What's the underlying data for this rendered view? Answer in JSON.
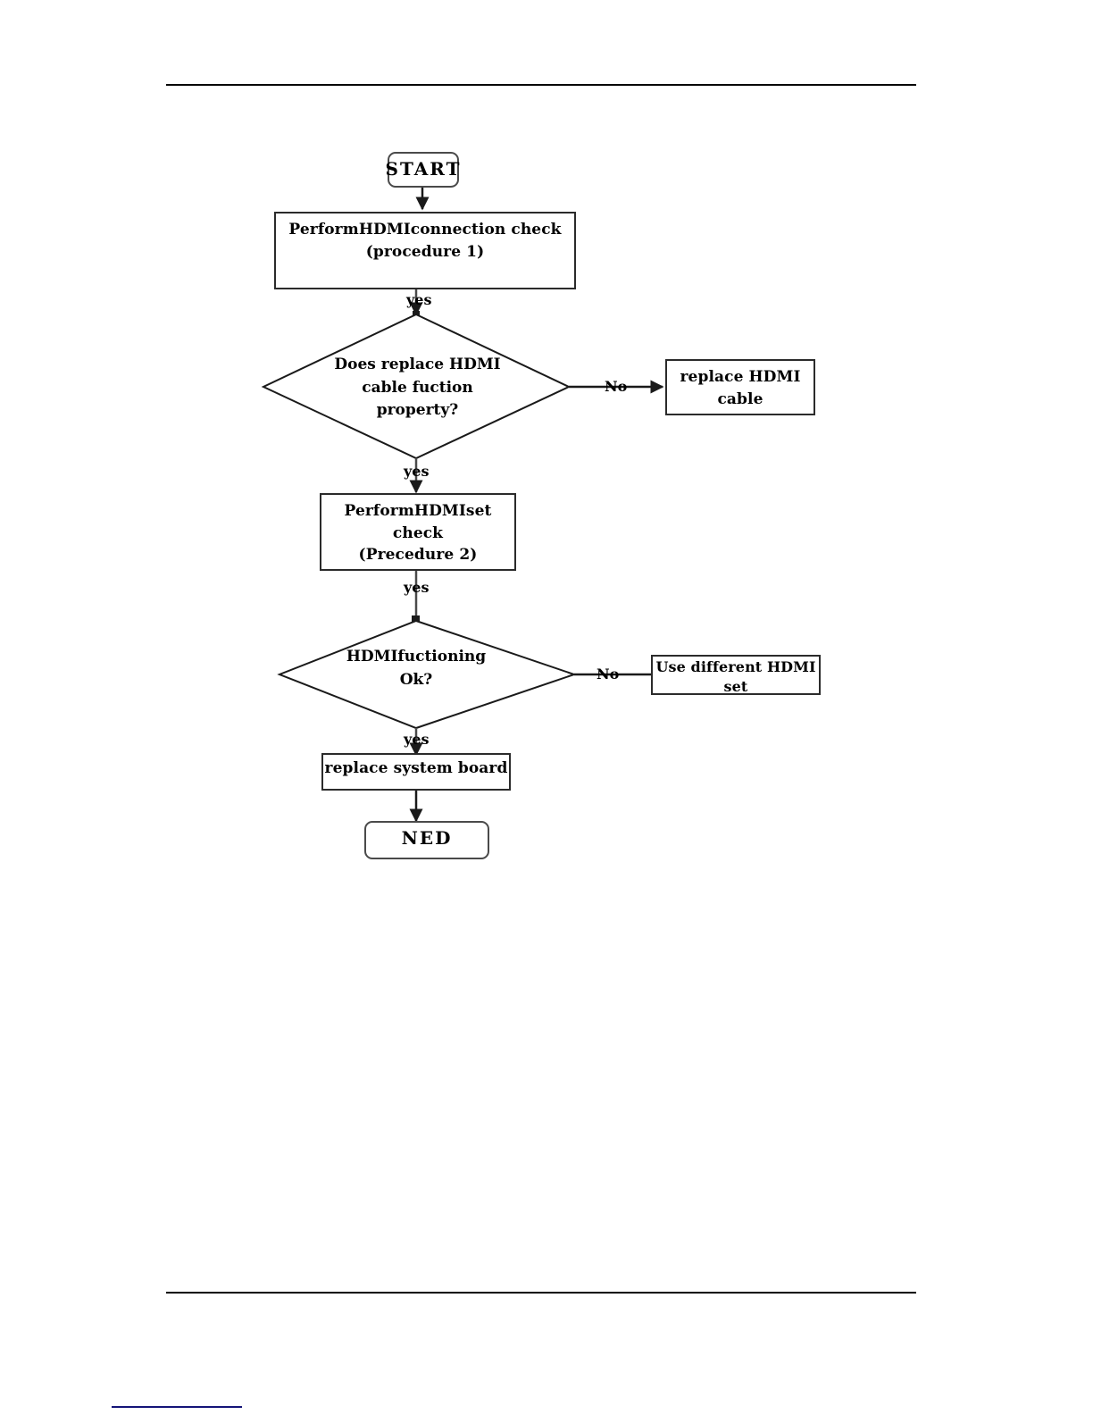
{
  "page": {
    "header_rule": true,
    "footer_rule": true,
    "footer_mark_color": "#141478",
    "background": "#ffffff"
  },
  "chart_data": {
    "type": "diagram",
    "subtype": "flowchart",
    "title": "HDMI troubleshooting flowchart",
    "orientation": "top-to-bottom",
    "nodes": [
      {
        "id": "start",
        "shape": "terminal",
        "text": "START"
      },
      {
        "id": "proc1",
        "shape": "process",
        "text": "Perform HDMI connection check\n(procedure 1)",
        "line1": "PerformHDMIconnection check",
        "line2": "(procedure 1)"
      },
      {
        "id": "decision1",
        "shape": "decision",
        "line1": "Does replace HDMI",
        "line2": "cable fuction",
        "line3": "property?"
      },
      {
        "id": "replace-cable",
        "shape": "process",
        "line1": "replace HDMI",
        "line2": "cable"
      },
      {
        "id": "proc2",
        "shape": "process",
        "line1": "PerformHDMIset check",
        "line2": "(Precedure 2)"
      },
      {
        "id": "decision2",
        "shape": "decision",
        "line1": "HDMIfuctioning",
        "line2": "Ok?"
      },
      {
        "id": "use-different",
        "shape": "process",
        "line1": "Use different HDMI",
        "line2": "set"
      },
      {
        "id": "replace-board",
        "shape": "process",
        "line1": "replace system board"
      },
      {
        "id": "end",
        "shape": "terminal",
        "text": "NED"
      }
    ],
    "edges": [
      {
        "from": "start",
        "to": "proc1",
        "label": "",
        "direction": "down",
        "arrowhead": true
      },
      {
        "from": "proc1",
        "to": "decision1",
        "label": "yes",
        "direction": "down",
        "arrowhead": true
      },
      {
        "from": "decision1",
        "to": "replace-cable",
        "label": "No",
        "direction": "right",
        "arrowhead": true
      },
      {
        "from": "decision1",
        "to": "proc2",
        "label": "yes",
        "direction": "down",
        "arrowhead": true
      },
      {
        "from": "proc2",
        "to": "decision2",
        "label": "yes",
        "direction": "down",
        "arrowhead": true
      },
      {
        "from": "decision2",
        "to": "use-different",
        "label": "No",
        "direction": "right",
        "arrowhead": false
      },
      {
        "from": "decision2",
        "to": "replace-board",
        "label": "yes",
        "direction": "down",
        "arrowhead": true
      },
      {
        "from": "replace-board",
        "to": "end",
        "label": "",
        "direction": "down",
        "arrowhead": true
      }
    ],
    "edge_labels": {
      "yes": "yes",
      "no": "No"
    }
  },
  "flow": {
    "start": {
      "label": "START"
    },
    "proc1": {
      "line1": "PerformHDMIconnection check",
      "line2": "(procedure 1)"
    },
    "decision1": {
      "line1": "Does replace HDMI",
      "line2": "cable fuction",
      "line3": "property?"
    },
    "replace_cable": {
      "line1": "replace HDMI",
      "line2": "cable"
    },
    "proc2": {
      "line1": "PerformHDMIset check",
      "line2": "(Precedure 2)"
    },
    "decision2": {
      "line1": "HDMIfuctioning",
      "line2": "Ok?"
    },
    "use_different": {
      "line1": "Use different HDMI",
      "line2": "set"
    },
    "replace_board": {
      "line1": "replace system board"
    },
    "end": {
      "label": "NED"
    },
    "labels": {
      "yes1": "yes",
      "no1": "No",
      "yes2": "yes",
      "yes3": "yes",
      "no2": "No",
      "yes4": "yes"
    }
  }
}
